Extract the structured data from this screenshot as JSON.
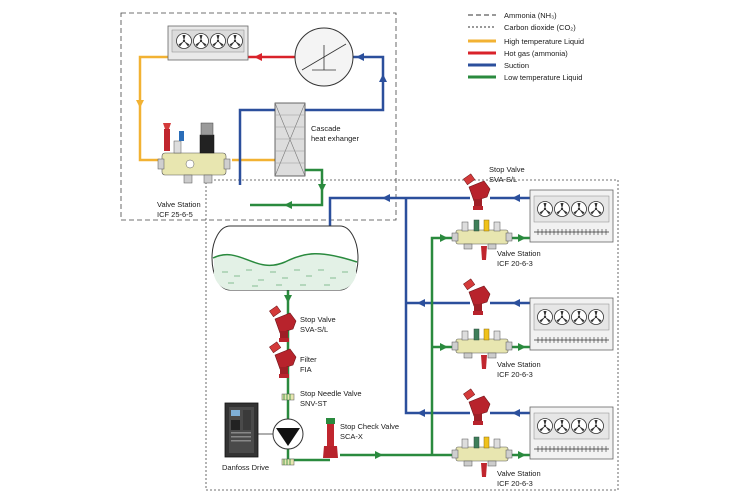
{
  "legend": {
    "ammonia": "Ammonia (NH₃)",
    "co2": "Carbon dioxide (CO₂)",
    "high_temp_liquid": "High temperature Liquid",
    "hot_gas": "Hot gas (ammonia)",
    "suction": "Suction",
    "low_temp_liquid": "Low temperature Liquid"
  },
  "labels": {
    "cascade_line1": "Cascade",
    "cascade_line2": "heat exhanger",
    "valve_station_main_1": "Valve Station",
    "valve_station_main_2": "ICF 25-6-5",
    "stop_valve_top_1": "Stop Valve",
    "stop_valve_top_2": "SVA-S/L",
    "vs_a_1": "Valve Station",
    "vs_a_2": "ICF 20-6-3",
    "vs_b_1": "Valve Station",
    "vs_b_2": "ICF 20-6-3",
    "vs_c_1": "Valve Station",
    "vs_c_2": "ICF 20-6-3",
    "stop_valve_left_1": "Stop Valve",
    "stop_valve_left_2": "SVA-S/L",
    "filter_1": "Filter",
    "filter_2": "FIA",
    "needle_1": "Stop Needle Valve",
    "needle_2": "SNV-ST",
    "check_1": "Stop Check Valve",
    "check_2": "SCA-X",
    "drive": "Danfoss Drive"
  },
  "colors": {
    "high_temp_liquid": "#f2b233",
    "hot_gas": "#d9222a",
    "suction": "#2b4f9c",
    "low_temp_liquid": "#2a8a3e",
    "valve_red": "#b8232c",
    "station_body": "#e8e6b0"
  }
}
